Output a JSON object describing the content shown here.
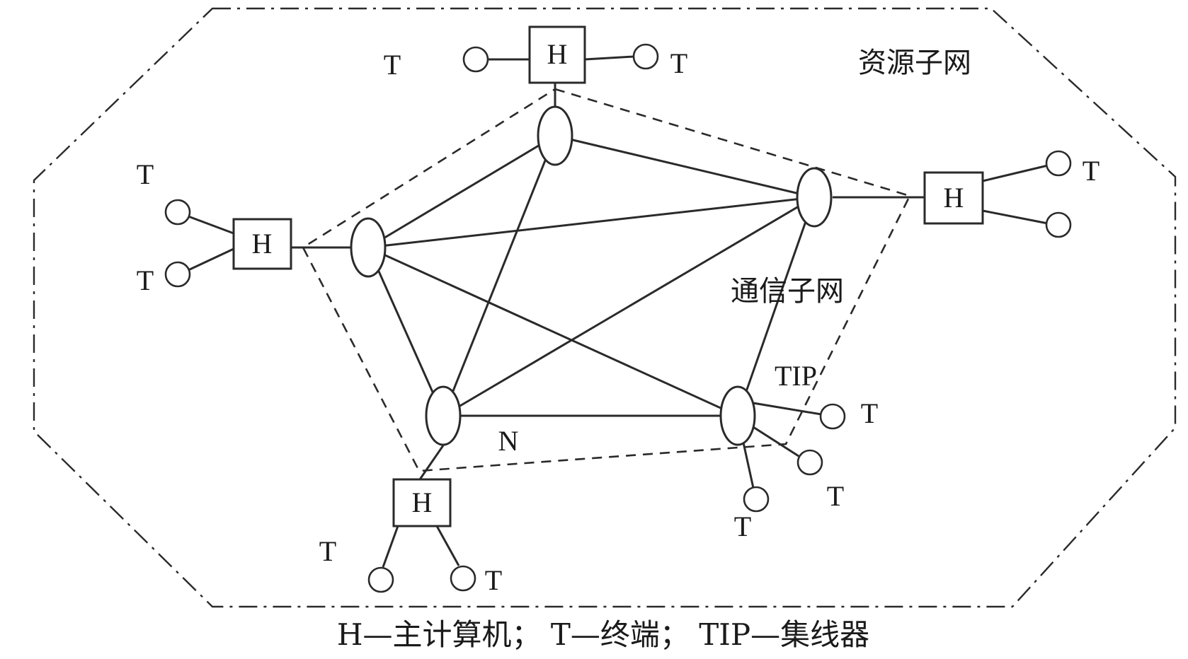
{
  "diagram": {
    "resource_subnet_label": "资源子网",
    "comm_subnet_label": "通信子网",
    "node_label_N": "N",
    "node_label_TIP": "TIP",
    "host_label": "H",
    "terminal_label": "T",
    "caption": "H—主计算机；  T—终端；  TIP—集线器"
  }
}
